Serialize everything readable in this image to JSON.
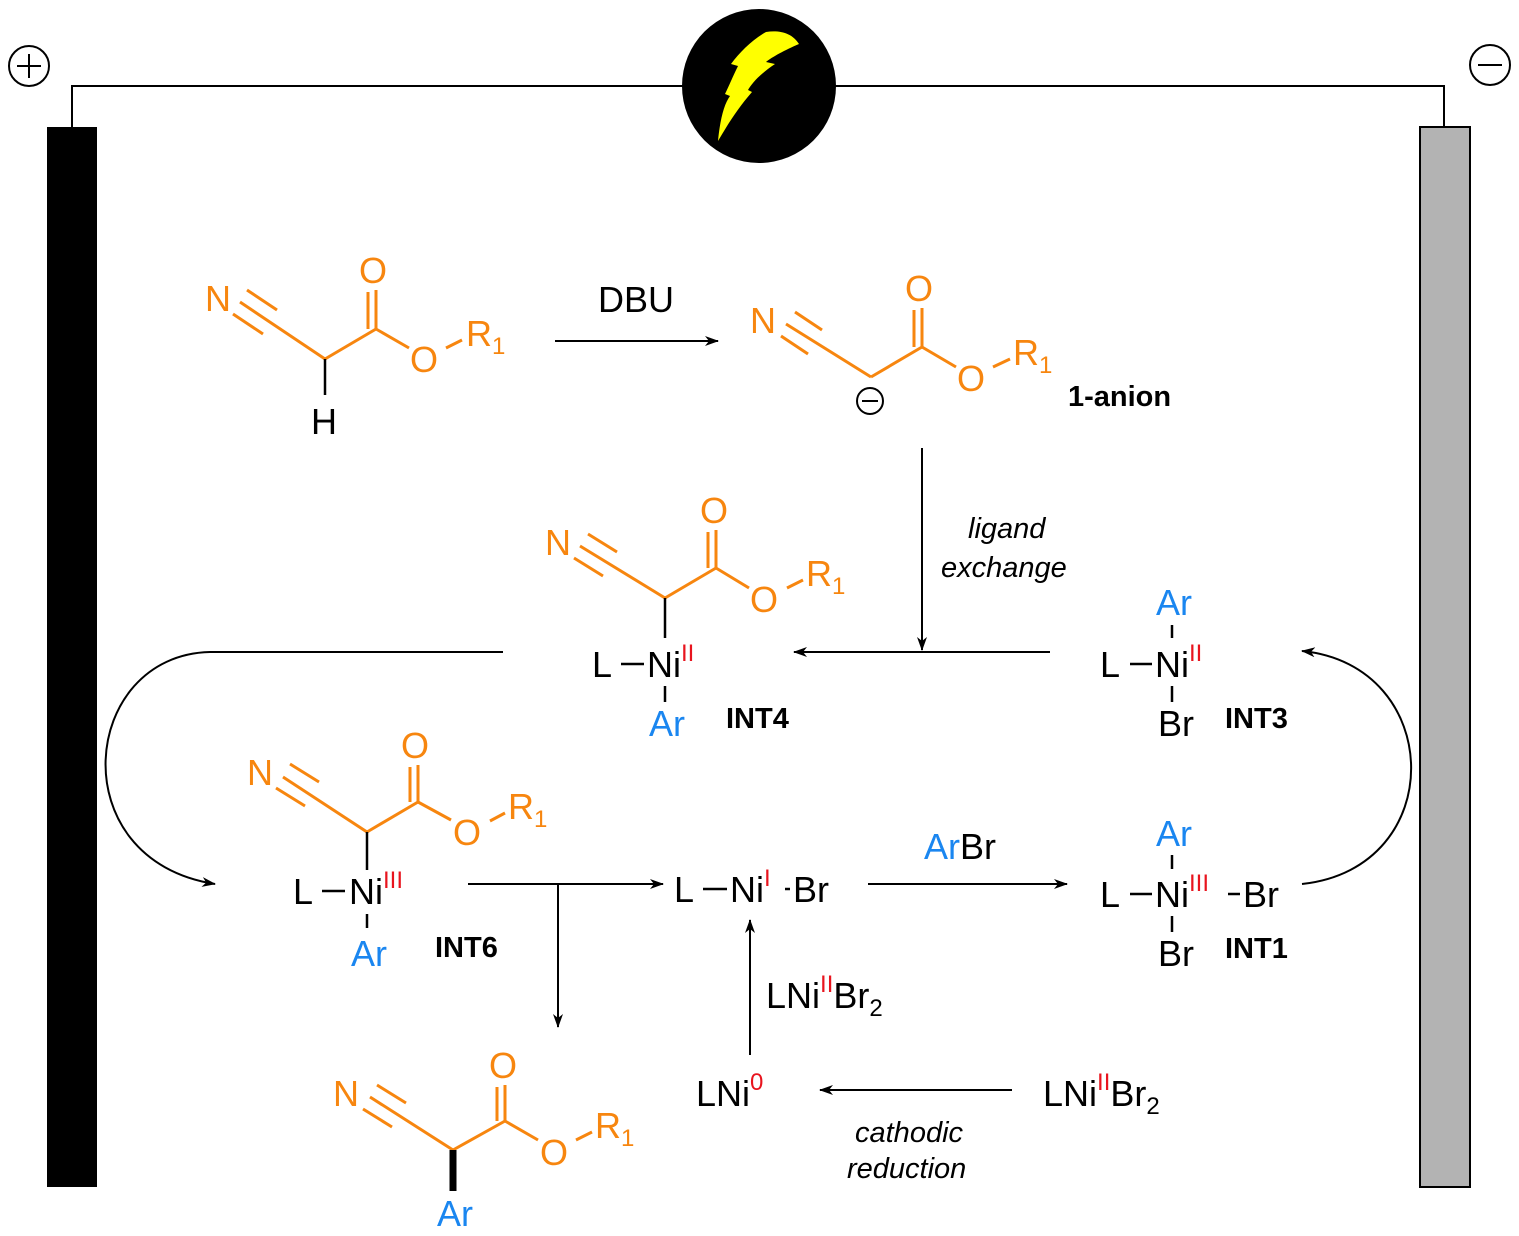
{
  "electrodes": {
    "anode_sign": "+",
    "cathode_sign": "−",
    "anode_color": "#000000",
    "cathode_color": "#b3b3b3",
    "power_icon": "lightning-bolt-icon",
    "bolt_color": "#ffff00"
  },
  "colors": {
    "substrate": "#f7860f",
    "aryl": "#1a86f0",
    "oxidation_state": "#e8141e"
  },
  "atoms": {
    "N": "N",
    "O": "O",
    "R": "R",
    "R_sub": "1",
    "H": "H",
    "L": "L",
    "Ni": "Ni",
    "Ar": "Ar",
    "Br": "Br",
    "minus": "−"
  },
  "steps": {
    "deprotonation_reagent": "DBU",
    "ligand_exchange_line1": "ligand",
    "ligand_exchange_line2": "exchange",
    "oxidative_addition_reagent_ar": "Ar",
    "oxidative_addition_reagent_br": "Br",
    "reduction_line1": "cathodic",
    "reduction_line2": "reduction",
    "comproportionation_reagent": {
      "prefix": "LNi",
      "ox": "II",
      "suffix": "Br",
      "sub": "2"
    }
  },
  "species": {
    "anion_label": "1-anion",
    "int4": {
      "label": "INT4",
      "ox": "II"
    },
    "int3": {
      "label": "INT3",
      "ox": "II"
    },
    "int6": {
      "label": "INT6",
      "ox": "III"
    },
    "int1": {
      "label": "INT1",
      "ox": "III"
    },
    "ni1": {
      "ox": "I"
    },
    "ni0": {
      "prefix": "LNi",
      "ox": "0"
    },
    "precatalyst": {
      "prefix": "LNi",
      "ox": "II",
      "suffix": "Br",
      "sub": "2"
    }
  }
}
